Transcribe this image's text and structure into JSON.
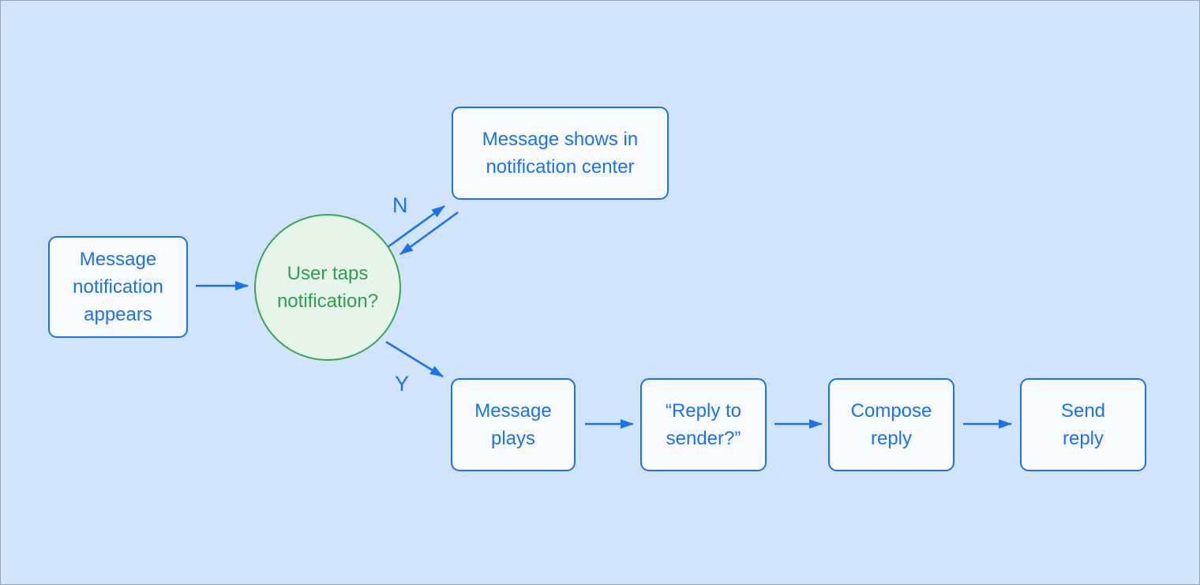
{
  "diagram": {
    "type": "flowchart",
    "background_color": "#d2e3fc",
    "colors": {
      "flow_blue": "#1a73e8",
      "decision_green": "#34a853",
      "process_fill": "#f8fafd",
      "decision_fill": "#e6f4ea"
    },
    "nodes": {
      "message_notification": {
        "label": "Message\nnotification\nappears",
        "shape": "rounded-rect"
      },
      "user_taps": {
        "label": "User taps\nnotification?",
        "shape": "circle"
      },
      "notification_center": {
        "label": "Message shows in\nnotification center",
        "shape": "rounded-rect"
      },
      "message_plays": {
        "label": "Message\nplays",
        "shape": "rounded-rect"
      },
      "reply_to_sender": {
        "label": "“Reply to\nsender?”",
        "shape": "rounded-rect"
      },
      "compose_reply": {
        "label": "Compose\nreply",
        "shape": "rounded-rect"
      },
      "send_reply": {
        "label": "Send\nreply",
        "shape": "rounded-rect"
      }
    },
    "edge_labels": {
      "no": "N",
      "yes": "Y"
    },
    "edges": [
      {
        "from": "message_notification",
        "to": "user_taps",
        "label": ""
      },
      {
        "from": "user_taps",
        "to": "notification_center",
        "label": "N"
      },
      {
        "from": "notification_center",
        "to": "user_taps",
        "label": ""
      },
      {
        "from": "user_taps",
        "to": "message_plays",
        "label": "Y"
      },
      {
        "from": "message_plays",
        "to": "reply_to_sender",
        "label": ""
      },
      {
        "from": "reply_to_sender",
        "to": "compose_reply",
        "label": ""
      },
      {
        "from": "compose_reply",
        "to": "send_reply",
        "label": ""
      }
    ]
  }
}
